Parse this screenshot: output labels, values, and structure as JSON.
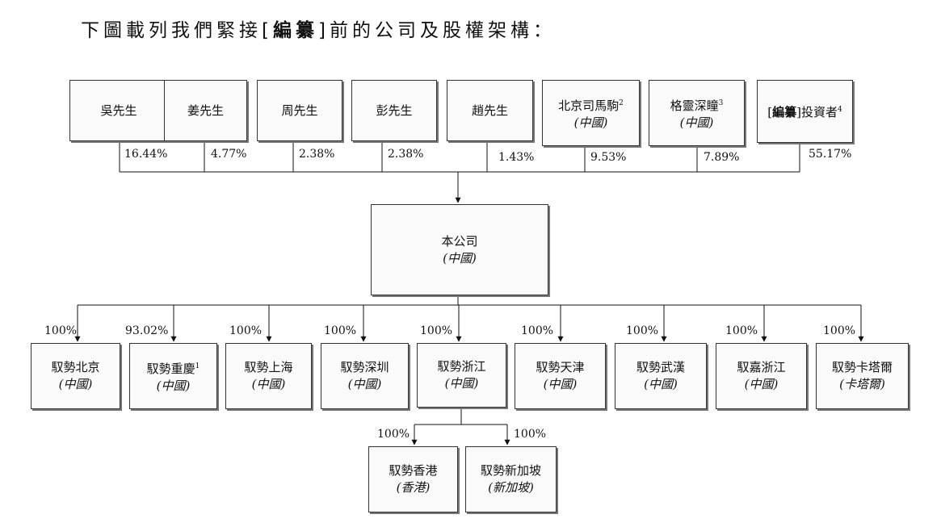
{
  "heading": {
    "before": "下圖載列我們緊接[",
    "redacted": "編纂",
    "after": "]前的公司及股權架構："
  },
  "shareholders": [
    {
      "name": "吳先生",
      "pct": "16.44%"
    },
    {
      "name": "姜先生",
      "pct": "4.77%"
    },
    {
      "name": "周先生",
      "pct": "2.38%"
    },
    {
      "name": "彭先生",
      "pct": "2.38%"
    },
    {
      "name": "趙先生",
      "pct": "1.43%"
    },
    {
      "name": "北京司馬駒",
      "note": "2",
      "sub": "(中國)",
      "pct": "9.53%"
    },
    {
      "name": "格靈深瞳",
      "note": "3",
      "sub": "(中國)",
      "pct": "7.89%"
    },
    {
      "prefix": "[",
      "redacted": "編纂",
      "name": "]投資者",
      "note": "4",
      "pct": "55.17%"
    }
  ],
  "company": {
    "name": "本公司",
    "sub": "(中國)"
  },
  "subsidiaries": [
    {
      "name": "馭勢北京",
      "sub": "(中國)",
      "pct": "100%"
    },
    {
      "name": "馭勢重慶",
      "note": "1",
      "sub": "(中國)",
      "pct": "93.02%"
    },
    {
      "name": "馭勢上海",
      "sub": "(中國)",
      "pct": "100%"
    },
    {
      "name": "馭勢深圳",
      "sub": "(中國)",
      "pct": "100%"
    },
    {
      "name": "馭勢浙江",
      "sub": "(中國)",
      "pct": "100%"
    },
    {
      "name": "馭勢天津",
      "sub": "(中國)",
      "pct": "100%"
    },
    {
      "name": "馭勢武漢",
      "sub": "(中國)",
      "pct": "100%"
    },
    {
      "name": "馭嘉浙江",
      "sub": "(中國)",
      "pct": "100%"
    },
    {
      "name": "馭勢卡塔爾",
      "sub": "(卡塔爾)",
      "pct": "100%"
    }
  ],
  "second_tier": [
    {
      "name": "馭勢香港",
      "sub": "(香港)",
      "pct": "100%"
    },
    {
      "name": "馭勢新加坡",
      "sub": "(新加坡)",
      "pct": "100%"
    }
  ]
}
